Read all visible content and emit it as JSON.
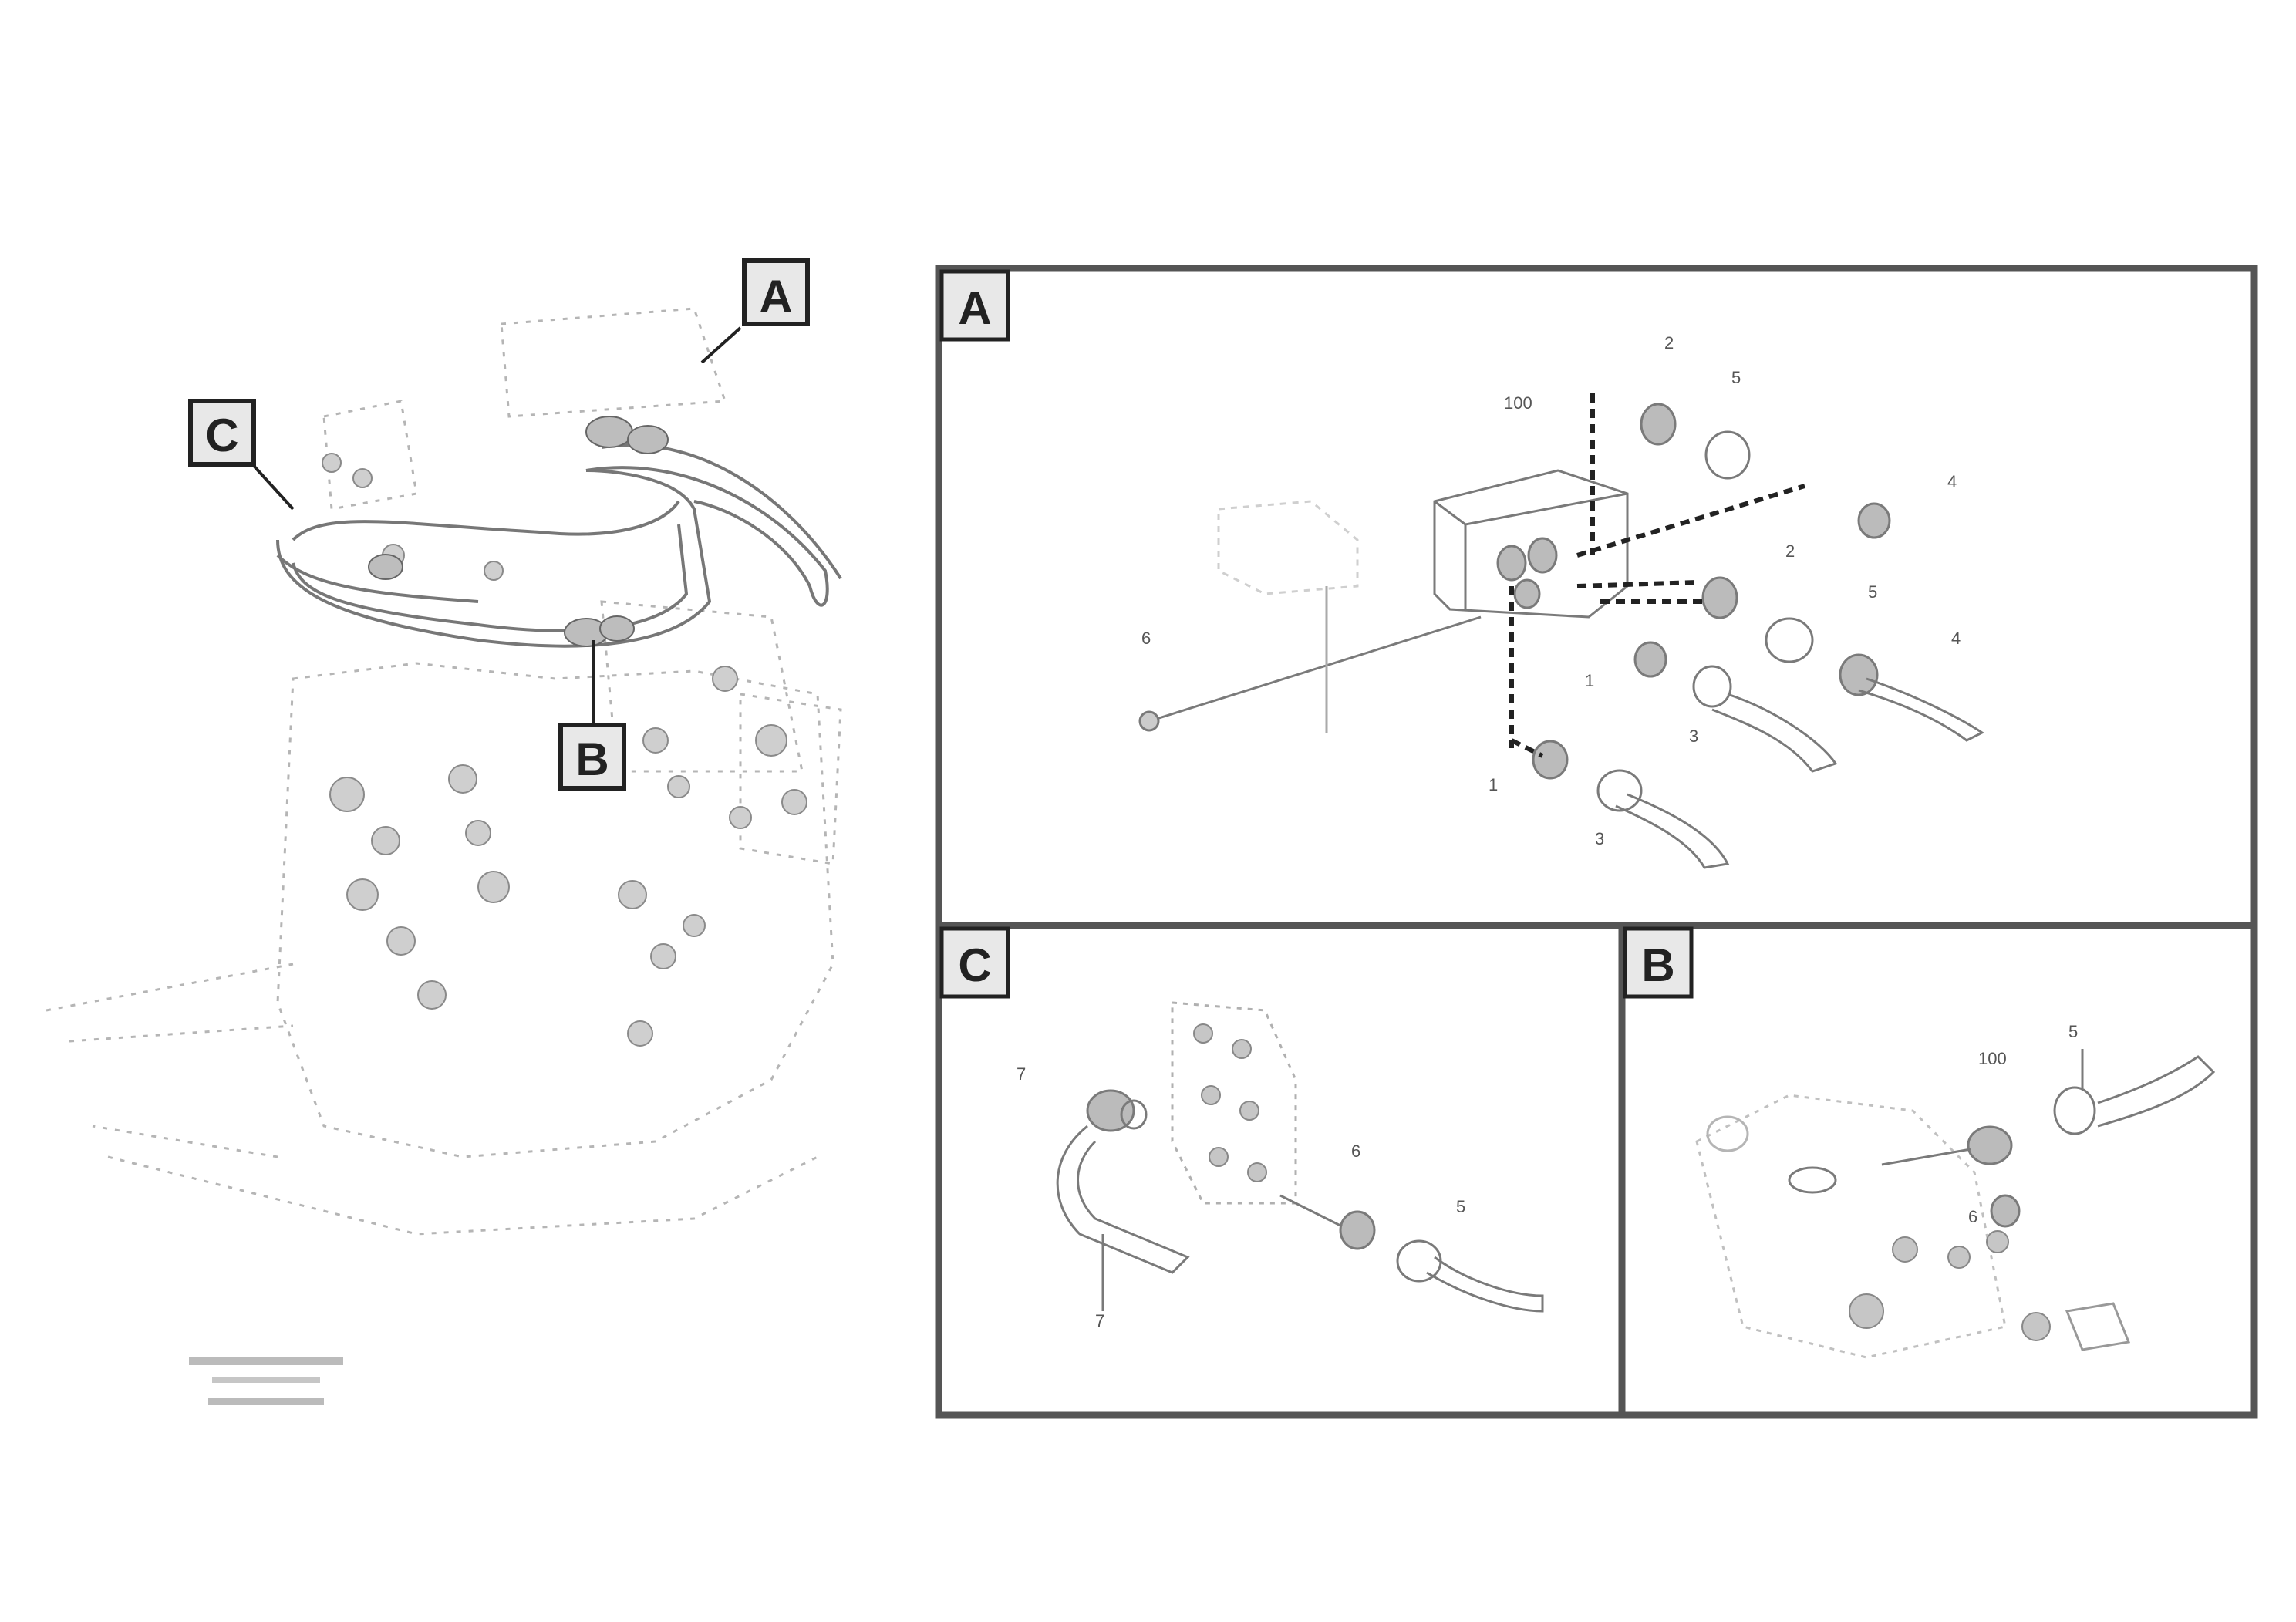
{
  "overview": {
    "callouts": [
      "A",
      "B",
      "C"
    ],
    "stamp_lines": [
      "",
      "",
      ""
    ]
  },
  "panels": {
    "a": {
      "label": "A"
    },
    "b": {
      "label": "B"
    },
    "c": {
      "label": "C"
    }
  },
  "part_numbers": {
    "a": [
      "2",
      "5",
      "4",
      "2",
      "5",
      "4",
      "1",
      "3",
      "1",
      "3",
      "6",
      "100"
    ],
    "b": [
      "100",
      "5",
      "6"
    ],
    "c": [
      "7",
      "6",
      "5",
      "7"
    ]
  },
  "colors": {
    "line": "#555555",
    "frame": "#555555",
    "label_box_fill": "#e8e8e8"
  }
}
